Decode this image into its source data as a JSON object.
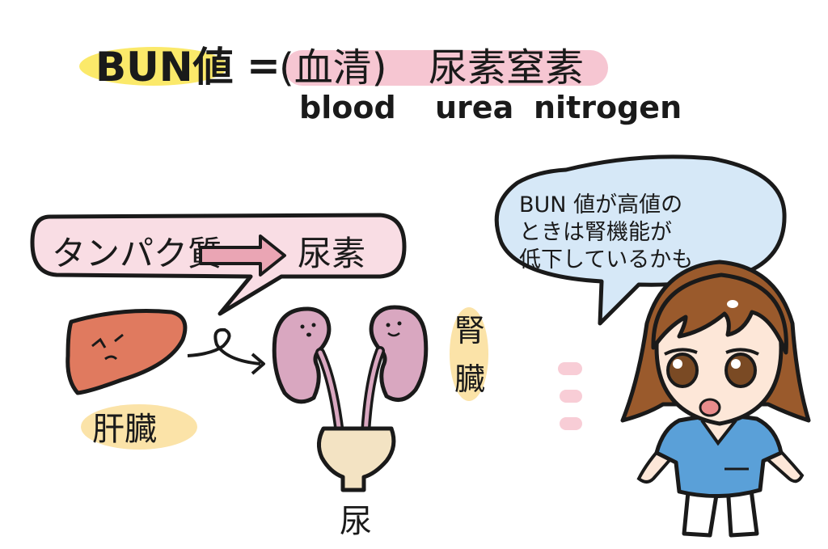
{
  "title": {
    "bun": "BUN値",
    "equals": "=",
    "serum": "(血清)",
    "term": "尿素窒素"
  },
  "english": {
    "blood": "blood",
    "urea": "urea",
    "nitrogen": "nitrogen"
  },
  "process_bubble": {
    "from": "タンパク質",
    "to": "尿素"
  },
  "labels": {
    "liver": "肝臓",
    "kidney_line1": "腎",
    "kidney_line2": "臓",
    "urine": "尿"
  },
  "nurse_bubble": {
    "line1": "BUN 値が高値の",
    "line2": "ときは腎機能が",
    "line3": "低下しているかも"
  },
  "colors": {
    "title_highlight": "#fbe96a",
    "term_highlight": "#f6c6d2",
    "process_bubble_fill": "#f9dde4",
    "arrow_fill": "#eaa5b4",
    "liver_fill": "#e07a5f",
    "kidney_fill": "#d9a7c0",
    "bladder_fill": "#f3e3c3",
    "label_highlight": "#fbe3a8",
    "nurse_bubble_fill": "#d6e8f7",
    "scrubs": "#5aa0d8",
    "hair": "#9a5a2c"
  }
}
